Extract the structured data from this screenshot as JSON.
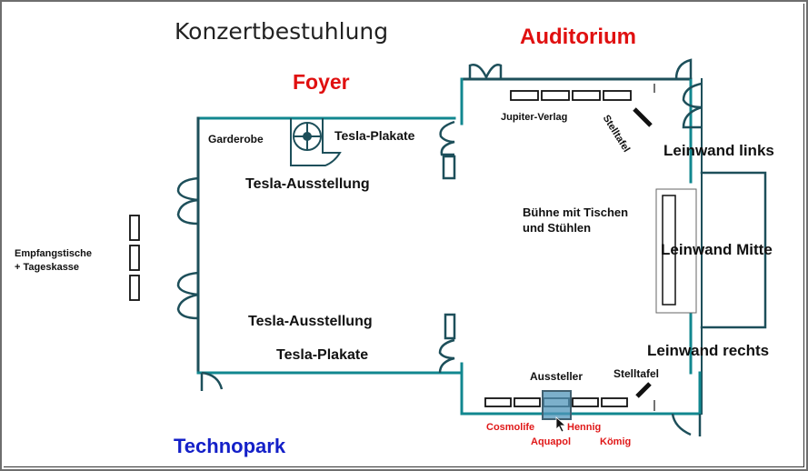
{
  "title": "Konzertbestuhlung",
  "rooms": {
    "auditorium": "Auditorium",
    "foyer": "Foyer",
    "technopark": "Technopark"
  },
  "labels": {
    "garderobe": "Garderobe",
    "tesla_plakate_top": "Tesla-Plakate",
    "tesla_ausstellung_top": "Tesla-Ausstellung",
    "tesla_ausstellung_bottom": "Tesla-Ausstellung",
    "tesla_plakate_bottom": "Tesla-Plakate",
    "empfang_line1": "Empfangstische",
    "empfang_line2": "+ Tageskasse",
    "jupiter_verlag": "Jupiter-Verlag",
    "stelltafel_top": "Stelltafel",
    "stelltafel_bottom": "Stelltafel",
    "buehne_line1": "Bühne mit Tischen",
    "buehne_line2": "und Stühlen",
    "leinwand_links": "Leinwand links",
    "leinwand_mitte": "Leinwand Mitte",
    "leinwand_rechts": "Leinwand rechts",
    "aussteller": "Aussteller"
  },
  "exhibitors": {
    "cosmolife": "Cosmolife",
    "aquapol": "Aquapol",
    "hennig": "Hennig",
    "koemig": "Kömig"
  },
  "colors": {
    "wall": "#1d4f5a",
    "wall_accent": "#11878f",
    "room_red": "#e01010",
    "technopark_blue": "#1420c8",
    "highlight": "#5096b9"
  }
}
